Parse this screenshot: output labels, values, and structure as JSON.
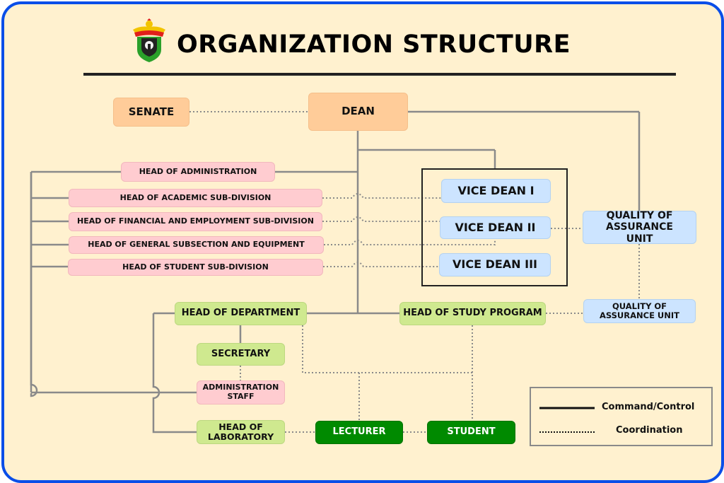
{
  "header": {
    "title": "ORGANIZATION STRUCTURE",
    "logo_icon": "university-crest-icon"
  },
  "colors": {
    "frame_border": "#0a4ee8",
    "background": "#fff1cf",
    "leadership": "#ffcc99",
    "administration": "#ffccd0",
    "vice_dean": "#cce4ff",
    "department": "#cfe98f",
    "academic": "#008a00",
    "connector": "#8a8a8a"
  },
  "nodes": {
    "senate": "SENATE",
    "dean": "DEAN",
    "head_admin": "HEAD OF ADMINISTRATION",
    "head_academic": "HEAD OF ACADEMIC SUB-DIVISION",
    "head_financial": "HEAD OF FINANCIAL AND EMPLOYMENT SUB-DIVISION",
    "head_general": "HEAD OF GENERAL SUBSECTION AND EQUIPMENT",
    "head_student": "HEAD OF STUDENT SUB-DIVISION",
    "vice_dean_1": "VICE DEAN I",
    "vice_dean_2": "VICE DEAN II",
    "vice_dean_3": "VICE DEAN III",
    "qa_unit_faculty": "QUALITY OF ASSURANCE UNIT",
    "qa_unit_program": "QUALITY OF ASSURANCE UNIT",
    "head_department": "HEAD OF DEPARTMENT",
    "head_study_program": "HEAD OF STUDY PROGRAM",
    "secretary": "SECRETARY",
    "admin_staff": "ADMINISTRATION STAFF",
    "head_laboratory": "HEAD OF LABORATORY",
    "lecturer": "LECTURER",
    "student": "STUDENT"
  },
  "legend": {
    "command": "Command/Control",
    "coordination": "Coordination"
  }
}
